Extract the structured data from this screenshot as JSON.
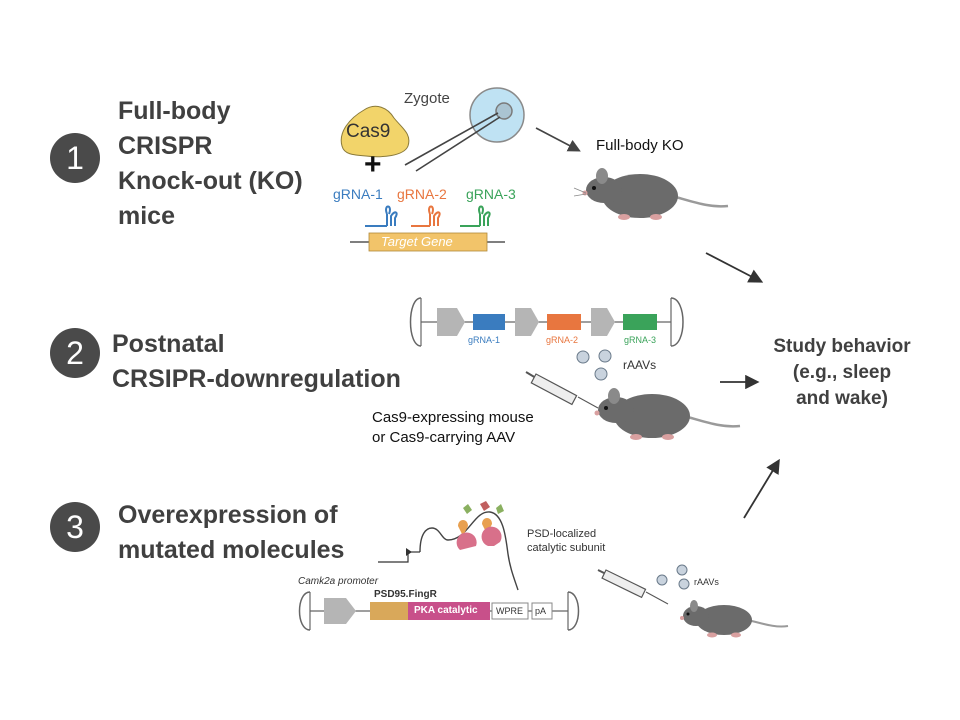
{
  "section1": {
    "number": "1",
    "title_lines": [
      "Full-body",
      "CRISPR",
      "Knock-out (KO)",
      "mice"
    ],
    "cas9": "Cas9",
    "plus": "+",
    "zygote": "Zygote",
    "grnas": [
      {
        "label": "gRNA-1",
        "color": "#3a7cbf"
      },
      {
        "label": "gRNA-2",
        "color": "#e8763f"
      },
      {
        "label": "gRNA-3",
        "color": "#3aa35a"
      }
    ],
    "target_gene": "Target Gene",
    "result": "Full-body KO"
  },
  "section2": {
    "number": "2",
    "title_lines": [
      "Postnatal",
      "CRSIPR-downregulation"
    ],
    "grnas": [
      "gRNA-1",
      "gRNA-2",
      "gRNA-3"
    ],
    "virus_label": "rAAVs",
    "mouse_caption_lines": [
      "Cas9-expressing mouse",
      "or Cas9-carrying AAV"
    ]
  },
  "section3": {
    "number": "3",
    "title_lines": [
      "Overexpression of",
      "mutated molecules"
    ],
    "psd_label_lines": [
      "PSD-localized",
      "catalytic subunit"
    ],
    "promoter": "Camk2a promoter",
    "fingr": "PSD95.FingR",
    "pka": "PKA catalytic",
    "wpre": "WPRE",
    "pa": "pA",
    "virus_label": "rAAVs"
  },
  "outcome": {
    "lines": [
      "Study behavior",
      "(e.g., sleep",
      "and wake)"
    ]
  }
}
